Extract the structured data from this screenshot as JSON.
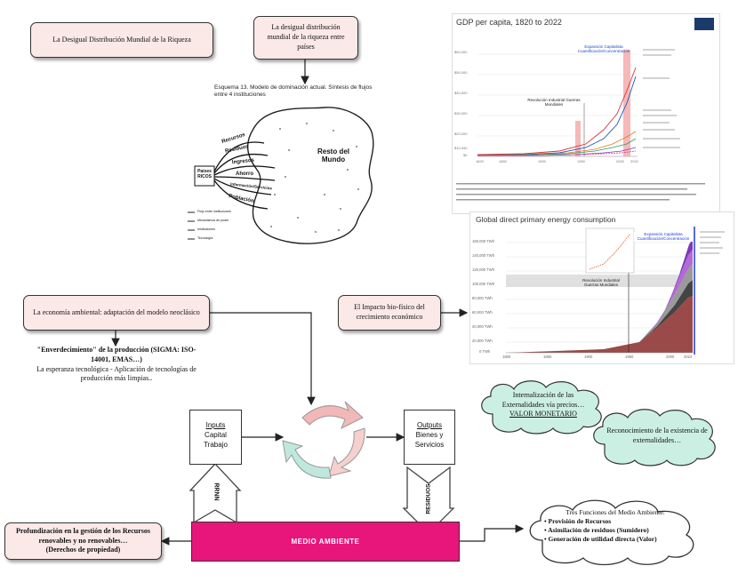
{
  "title_box": "La Desigual Distribución Mundial de la Riqueza",
  "desc_box": "La desigual distribución mundial de la riqueza entre países",
  "scheme": {
    "caption": "Esquema 13. Modelo de dominación actual. Síntesis de flujos entre 4 instituciones",
    "region_label": "Resto del Mundo",
    "left_label": "Países RICOS",
    "flows": [
      "Recursos",
      "Residuos",
      "Ingresos",
      "Ahorro",
      "Información/Servicios",
      "Población"
    ],
    "legend": [
      "Flujo entre instituciones",
      "Mecanismos de poder",
      "Instituciones",
      "Tecnología"
    ]
  },
  "gdp_chart": {
    "title": "GDP per capita, 1820 to 2022",
    "annotations": [
      "Expansión Capitalista Cuantificación/Concentración",
      "Revolución Industrial Guerras Mundiales"
    ],
    "y_ticks": [
      "$60,000",
      "$50,000",
      "$40,000",
      "$30,000",
      "$20,000",
      "$10,000",
      "$0"
    ],
    "x_ticks": [
      "1820",
      "1850",
      "1900",
      "1950",
      "2000",
      "2022"
    ]
  },
  "energy_chart": {
    "title": "Global direct primary energy consumption",
    "annotations": [
      "Expansión Capitalista Cuantificación/Concentración",
      "Revolución Industrial Guerras Mundiales"
    ],
    "y_ticks": [
      "160,000 TWh",
      "140,000 TWh",
      "120,000 TWh",
      "100,000 TWh",
      "80,000 TWh",
      "60,000 TWh",
      "40,000 TWh",
      "20,000 TWh",
      "0 TWh"
    ],
    "x_ticks": [
      "1800",
      "1850",
      "1900",
      "1950",
      "2000",
      "2022"
    ]
  },
  "env_econ_box": "La economía ambiental: adaptación del modelo neoclásico",
  "impact_box": "El Impacto bio-físico del crecimiento económico",
  "green_text": {
    "line1": "\"Enverdecimiento\" de la producción (SIGMA: ISO-14001, EMAS…)",
    "line2": "La esperanza tecnológica - Aplicación de tecnologías de producción más limpias.."
  },
  "cloud_internalizacion": {
    "line1": "Internalización de las Externalidades vía precios…",
    "line2": "VALOR MONETARIO"
  },
  "cloud_reconocimiento": "Reconocimiento de la existencia de externalidades…",
  "inputs": {
    "title": "Inputs",
    "items": [
      "Capital",
      "Trabajo"
    ]
  },
  "outputs": {
    "title": "Outputs",
    "items": [
      "Bienes y",
      "Servicios"
    ]
  },
  "rrnn_label": "RRNN",
  "residuos_label": "RESIDUOS",
  "medio_ambiente": "MEDIO AMBIENTE",
  "profund_box": {
    "line1": "Profundización en la gestión de los Recursos renovables y no renovables…",
    "line2": "(Derechos de propiedad)"
  },
  "functions_cloud": {
    "title": "Tres Funciones del Medio Ambiente:",
    "items": [
      "• Provisión de Recursos",
      "• Asimilación de residuos (Sumidero)",
      "• Generación de utilidad directa (Valor)"
    ]
  },
  "colors": {
    "box_fill": "#fbe9e7",
    "cloud_green": "#ccefe3",
    "medio": "#e8157a"
  }
}
